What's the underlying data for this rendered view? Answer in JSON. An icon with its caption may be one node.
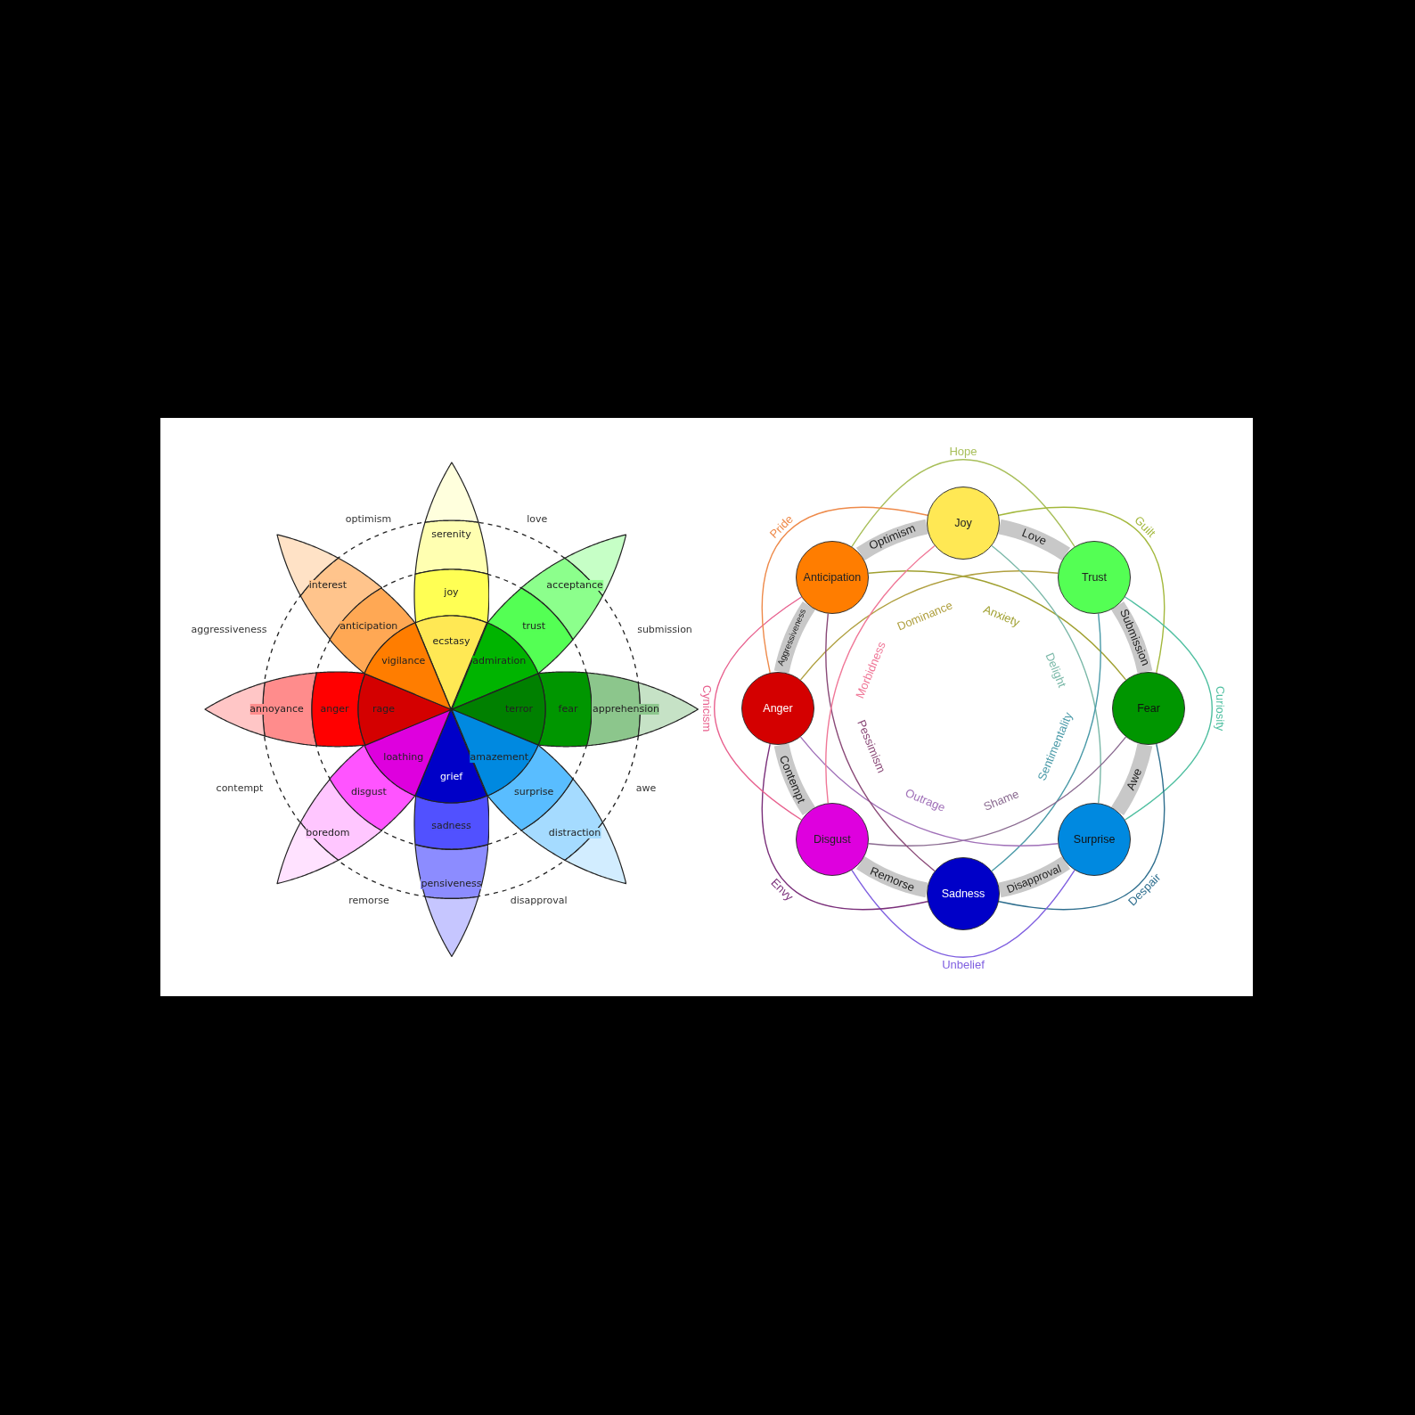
{
  "diagram": {
    "nodes": [
      {
        "text": [
          "serenity"
        ]
      },
      {
        "text": [
          "joy"
        ]
      },
      {
        "text": [
          "ecstasy"
        ]
      },
      {
        "text": [
          "acceptance"
        ]
      },
      {
        "text": [
          "trust"
        ]
      },
      {
        "text": [
          "admiration"
        ]
      },
      {
        "text": [
          "apprehension"
        ]
      },
      {
        "text": [
          "fear"
        ]
      },
      {
        "text": [
          "terror"
        ]
      },
      {
        "text": [
          "distraction"
        ]
      },
      {
        "text": [
          "surprise"
        ]
      },
      {
        "text": [
          "amazement"
        ]
      },
      {
        "text": [
          "pensiveness"
        ]
      },
      {
        "text": [
          "sadness"
        ]
      },
      {
        "text": [
          "grief"
        ]
      },
      {
        "text": [
          "boredom"
        ]
      },
      {
        "text": [
          "disgust"
        ]
      },
      {
        "text": [
          "loathing"
        ]
      },
      {
        "text": [
          "annoyance"
        ]
      },
      {
        "text": [
          "anger"
        ]
      },
      {
        "text": [
          "rage"
        ]
      },
      {
        "text": [
          "interest"
        ]
      },
      {
        "text": [
          "anticipation"
        ]
      },
      {
        "text": [
          "vigilance"
        ]
      },
      {
        "text": [
          "Joy"
        ]
      },
      {
        "text": [
          "Trust"
        ]
      },
      {
        "text": [
          "Fear"
        ]
      },
      {
        "text": [
          "Surprise"
        ]
      },
      {
        "text": [
          "Sadness"
        ]
      },
      {
        "text": [
          "Disgust"
        ]
      },
      {
        "text": [
          "Anger"
        ]
      },
      {
        "text": [
          "Anticipation"
        ]
      }
    ],
    "edges": [
      {
        "from": 31,
        "to": 24,
        "arrow": "none",
        "label": "Optimism",
        "style": "thick"
      },
      {
        "from": 24,
        "to": 25,
        "arrow": "none",
        "label": "Love",
        "style": "thick"
      },
      {
        "from": 25,
        "to": 26,
        "arrow": "none",
        "label": "Submission",
        "style": "thick"
      },
      {
        "from": 26,
        "to": 27,
        "arrow": "none",
        "label": "Awe",
        "style": "thick"
      },
      {
        "from": 27,
        "to": 28,
        "arrow": "none",
        "label": "Disapproval",
        "style": "thick"
      },
      {
        "from": 28,
        "to": 29,
        "arrow": "none",
        "label": "Remorse",
        "style": "thick"
      },
      {
        "from": 29,
        "to": 30,
        "arrow": "none",
        "label": "Contempt",
        "style": "thick"
      },
      {
        "from": 30,
        "to": 31,
        "arrow": "none",
        "label": "Aggressiveness",
        "style": "thick"
      },
      {
        "from": 31,
        "to": 25,
        "arrow": "none",
        "label": "Hope",
        "color": "#a8bf5a"
      },
      {
        "from": 24,
        "to": 26,
        "arrow": "none",
        "label": "Guilt",
        "color": "#a3b83c"
      },
      {
        "from": 25,
        "to": 27,
        "arrow": "none",
        "label": "Curiosity",
        "color": "#4fbfa0"
      },
      {
        "from": 26,
        "to": 28,
        "arrow": "none",
        "label": "Despair",
        "color": "#2e6e8e"
      },
      {
        "from": 27,
        "to": 29,
        "arrow": "none",
        "label": "Unbelief",
        "color": "#7f5fe0"
      },
      {
        "from": 28,
        "to": 30,
        "arrow": "none",
        "label": "Envy",
        "color": "#7a2f7a"
      },
      {
        "from": 29,
        "to": 31,
        "arrow": "none",
        "label": "Cynicism",
        "color": "#e8608e"
      },
      {
        "from": 30,
        "to": 24,
        "arrow": "none",
        "label": "Pride",
        "color": "#ee8a4a"
      },
      {
        "from": 30,
        "to": 25,
        "arrow": "none",
        "label": "Dominance",
        "color": "#b0a040"
      },
      {
        "from": 31,
        "to": 26,
        "arrow": "none",
        "label": "Anxiety",
        "color": "#a0a030"
      },
      {
        "from": 24,
        "to": 27,
        "arrow": "none",
        "label": "Delight",
        "color": "#7ab8a8"
      },
      {
        "from": 25,
        "to": 28,
        "arrow": "none",
        "label": "Sentimentality",
        "color": "#4a9aa8"
      },
      {
        "from": 26,
        "to": 29,
        "arrow": "none",
        "label": "Shame",
        "color": "#8a6a90"
      },
      {
        "from": 27,
        "to": 30,
        "arrow": "none",
        "label": "Outrage",
        "color": "#a070b8"
      },
      {
        "from": 28,
        "to": 31,
        "arrow": "none",
        "label": "Pessimism",
        "color": "#8a4a78"
      },
      {
        "from": 29,
        "to": 24,
        "arrow": "none",
        "label": "Morbidness",
        "color": "#f07898"
      }
    ],
    "labels": [
      "optimism",
      "love",
      "aggressiveness",
      "submission",
      "contempt",
      "awe",
      "remorse",
      "disapproval"
    ]
  }
}
